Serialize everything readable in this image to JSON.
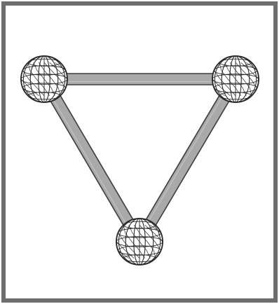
{
  "diagram": {
    "frame_color": "#6e6e6e",
    "background": "#ffffff",
    "rod_fill": "#a9a9a9",
    "rod_stroke": "#3d3d3d",
    "sphere_fill": "#ffffff",
    "sphere_stroke": "#2a2a2a",
    "nodes": [
      {
        "id": "top-left",
        "icon": "geodesic-sphere"
      },
      {
        "id": "top-right",
        "icon": "geodesic-sphere"
      },
      {
        "id": "bottom",
        "icon": "geodesic-sphere"
      }
    ],
    "edges": [
      {
        "from": "top-left",
        "to": "top-right"
      },
      {
        "from": "top-left",
        "to": "bottom"
      },
      {
        "from": "top-right",
        "to": "bottom"
      }
    ]
  }
}
